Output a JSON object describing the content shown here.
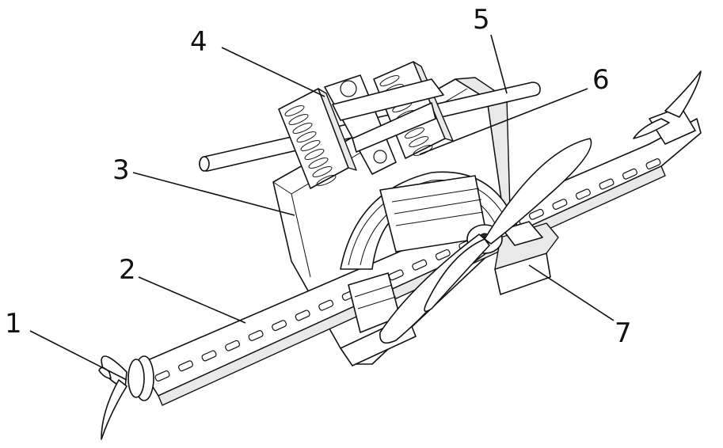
{
  "callouts": [
    {
      "id": "1",
      "label": "1"
    },
    {
      "id": "2",
      "label": "2"
    },
    {
      "id": "3",
      "label": "3"
    },
    {
      "id": "4",
      "label": "4"
    },
    {
      "id": "5",
      "label": "5"
    },
    {
      "id": "6",
      "label": "6"
    },
    {
      "id": "7",
      "label": "7"
    }
  ],
  "colors": {
    "line": "#111111",
    "background": "#ffffff",
    "shade": "#e9e9e9"
  }
}
